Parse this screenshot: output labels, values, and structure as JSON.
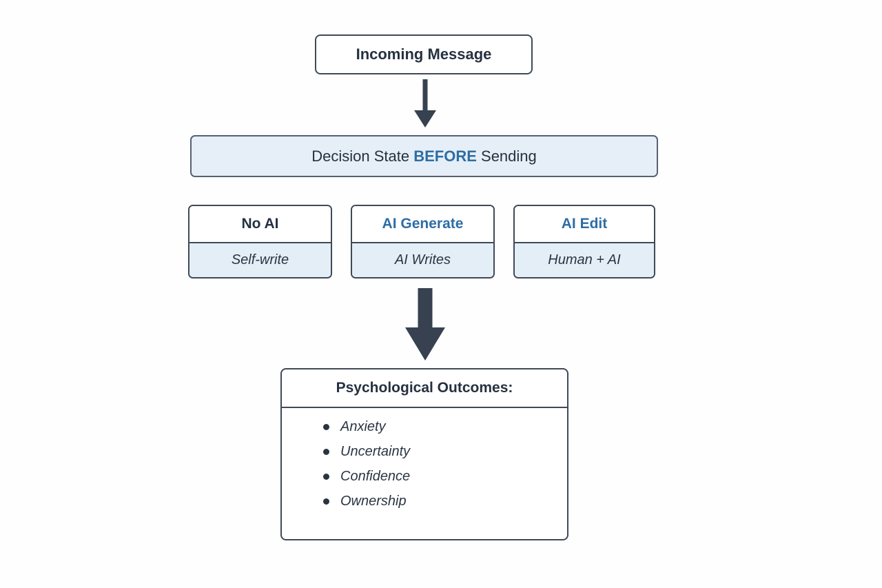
{
  "diagram": {
    "incoming_box": {
      "label": "Incoming Message"
    },
    "decision_box": {
      "prefix": "Decision State ",
      "highlight": "BEFORE",
      "suffix": " Sending"
    },
    "options": [
      {
        "title": "No AI",
        "subtitle": "Self-write"
      },
      {
        "title": "AI Generate",
        "subtitle": "AI Writes"
      },
      {
        "title": "AI Edit",
        "subtitle": "Human + AI"
      }
    ],
    "outcomes_box": {
      "title": "Psychological Outcomes:",
      "items": [
        "Anxiety",
        "Uncertainty",
        "Confidence",
        "Ownership"
      ]
    },
    "colors": {
      "dark_text": "#263140",
      "accent_blue": "#2e6da4",
      "light_blue_fill": "#e6eff7",
      "box_border": "#3f4956",
      "arrow": "#374150",
      "background": "#fefefe"
    }
  }
}
